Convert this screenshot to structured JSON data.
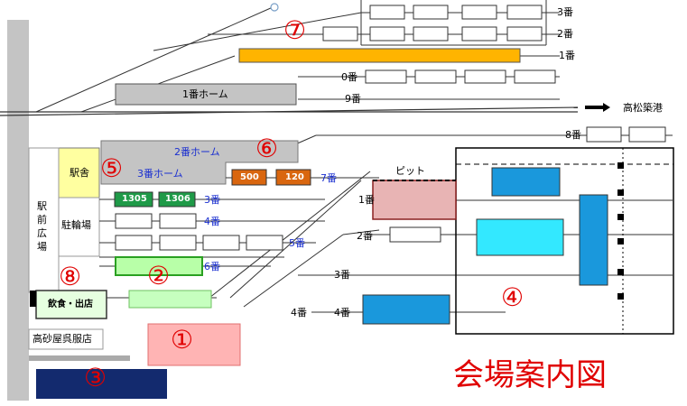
{
  "map": {
    "title": "会場案内図",
    "area_numbers": [
      "①",
      "②",
      "③",
      "④",
      "⑤",
      "⑥",
      "⑦",
      "⑧"
    ],
    "buildings": {
      "station_building": "駅舎",
      "bicycle_parking": "駐輪場",
      "station_plaza": "駅前広場",
      "food_shop": "飲食・出店",
      "takasagoya": "高砂屋呉服店",
      "pit": "ピット"
    },
    "platforms": {
      "p1": "1番ホーム",
      "p2": "2番ホーム",
      "p3": "3番ホーム"
    },
    "tracks": {
      "t3_top": "3番",
      "t2_top": "2番",
      "t1_top": "1番",
      "t0": "0番",
      "t9": "9番",
      "takamatsu": "高松築港",
      "t8": "8番",
      "t7": "7番",
      "d3": "3番",
      "d4": "4番",
      "d5": "5番",
      "d6": "6番",
      "depot1": "1番",
      "depot2": "2番",
      "depot3": "3番",
      "depot4a": "4番",
      "depot4b": "4番"
    },
    "cars": {
      "c500": "500",
      "c120": "120",
      "c1305": "1305",
      "c1306": "1306"
    },
    "colors": {
      "accent_red": "#e00000",
      "track_label_blue": "#1a2fd0",
      "orange_car": "#d9660f",
      "green_car": "#1f9a48",
      "navy_block": "#132a6e",
      "blue_block": "#1a98dc",
      "cyan_block": "#33e8ff",
      "yellow_bar": "#ffb400"
    }
  }
}
